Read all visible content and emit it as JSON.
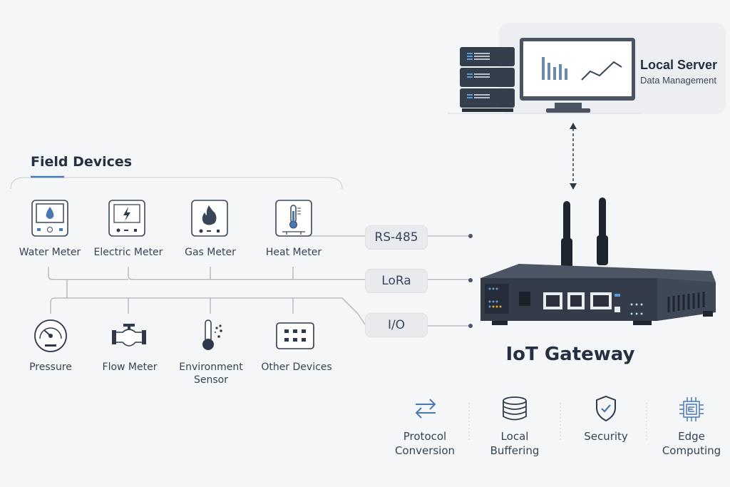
{
  "field_devices": {
    "title": "Field Devices",
    "top_row": [
      {
        "label": "Water Meter",
        "icon": "water-meter-icon"
      },
      {
        "label": "Electric Meter",
        "icon": "electric-meter-icon"
      },
      {
        "label": "Gas Meter",
        "icon": "gas-meter-icon"
      },
      {
        "label": "Heat Meter",
        "icon": "heat-meter-icon"
      }
    ],
    "bottom_row": [
      {
        "label": "Pressure",
        "icon": "pressure-gauge-icon"
      },
      {
        "label": "Flow Meter",
        "icon": "flow-valve-icon"
      },
      {
        "label": "Environment Sensor",
        "icon": "environment-sensor-icon"
      },
      {
        "label": "Other Devices",
        "icon": "other-devices-icon"
      }
    ]
  },
  "interfaces": [
    "RS-485",
    "LoRa",
    "I/O"
  ],
  "server": {
    "title": "Local Server",
    "subtitle": "Data Management"
  },
  "gateway": {
    "title": "IoT Gateway"
  },
  "features": [
    {
      "label": "Protocol Conversion",
      "icon": "swap-arrows-icon"
    },
    {
      "label": "Local Buffering",
      "icon": "database-icon"
    },
    {
      "label": "Security",
      "icon": "shield-check-icon"
    },
    {
      "label": "Edge Computing",
      "icon": "chip-icon"
    }
  ],
  "colors": {
    "accent": "#4a78b5",
    "dark": "#2e3a4b",
    "line": "#a9b2bd"
  }
}
